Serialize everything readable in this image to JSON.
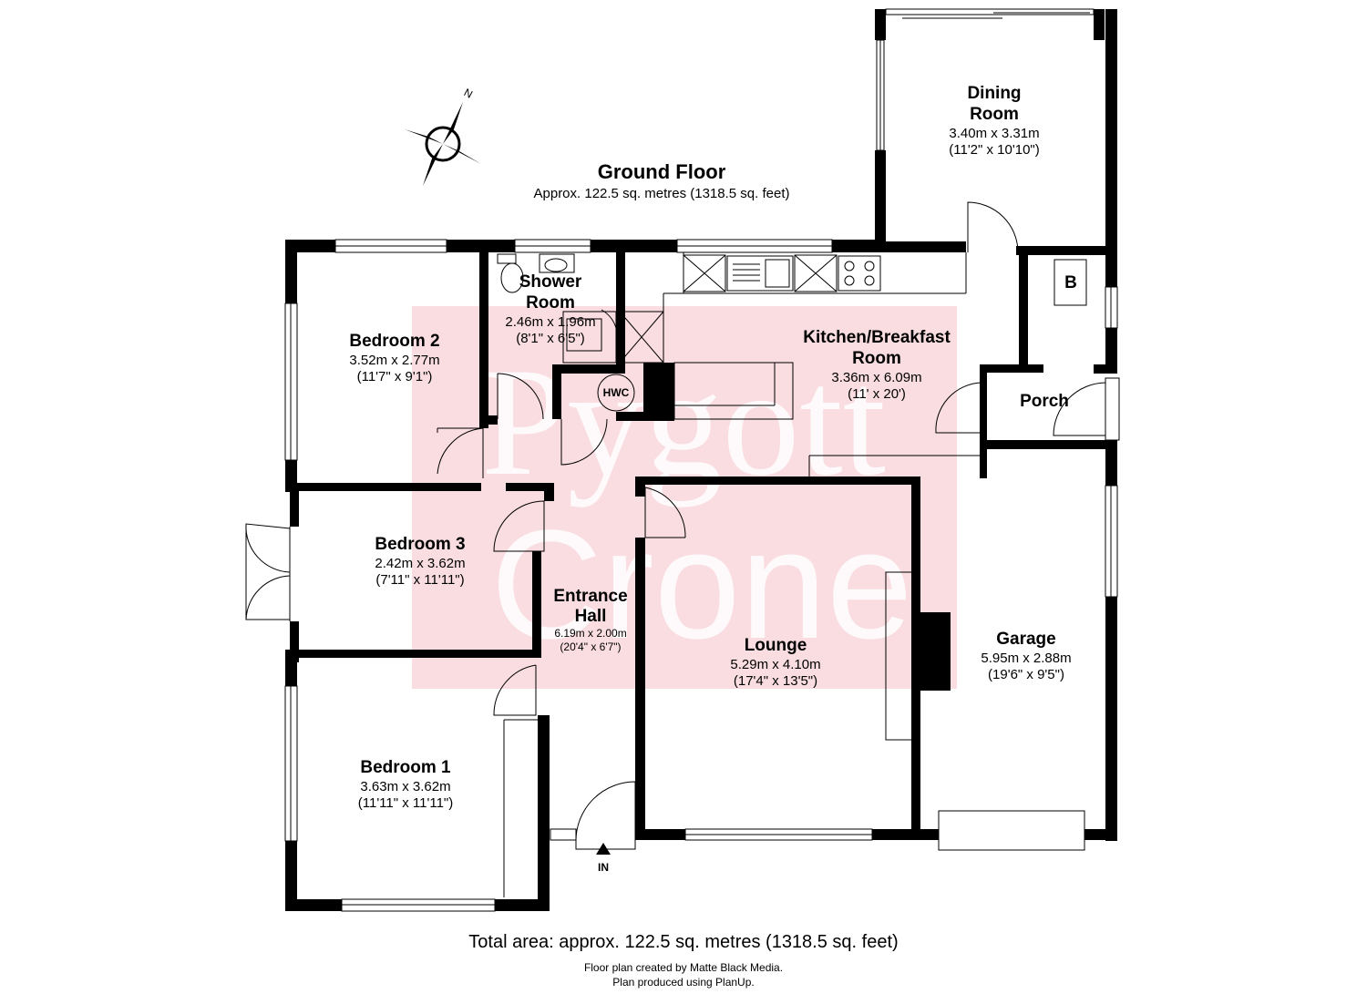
{
  "floor": {
    "title": "Ground Floor",
    "subtitle": "Approx. 122.5 sq. metres (1318.5 sq. feet)"
  },
  "watermark": {
    "brand_line1": "Pygott",
    "brand_line2": "Crone"
  },
  "rooms": {
    "dining": {
      "name1": "Dining",
      "name2": "Room",
      "metric": "3.40m x 3.31m",
      "imperial": "(11'2\" x 10'10\")"
    },
    "shower": {
      "name1": "Shower",
      "name2": "Room",
      "metric": "2.46m x 1.96m",
      "imperial": "(8'1\" x 6'5\")"
    },
    "bedroom2": {
      "name": "Bedroom 2",
      "metric": "3.52m x 2.77m",
      "imperial": "(11'7\" x 9'1\")"
    },
    "kitchen": {
      "name1": "Kitchen/Breakfast",
      "name2": "Room",
      "metric": "3.36m x 6.09m",
      "imperial": "(11' x 20')"
    },
    "porch": {
      "name": "Porch"
    },
    "bedroom3": {
      "name": "Bedroom 3",
      "metric": "2.42m x 3.62m",
      "imperial": "(7'11\" x 11'11\")"
    },
    "hall": {
      "name1": "Entrance",
      "name2": "Hall",
      "metric": "6.19m x 2.00m",
      "imperial": "(20'4\" x 6'7\")"
    },
    "lounge": {
      "name": "Lounge",
      "metric": "5.29m x 4.10m",
      "imperial": "(17'4\" x 13'5\")"
    },
    "garage": {
      "name": "Garage",
      "metric": "5.95m x 2.88m",
      "imperial": "(19'6\" x 9'5\")"
    },
    "bedroom1": {
      "name": "Bedroom 1",
      "metric": "3.63m x 3.62m",
      "imperial": "(11'11\" x 11'11\")"
    }
  },
  "symbols": {
    "hwc": "HWC",
    "boiler": "B",
    "entrance": "IN",
    "north": "N"
  },
  "footer": {
    "total": "Total area: approx. 122.5 sq. metres (1318.5 sq. feet)",
    "credit1": "Floor plan created by Matte Black Media.",
    "credit2": "Plan produced using PlanUp."
  },
  "colors": {
    "watermark_box": "#f9dde0",
    "walls": "#000000"
  }
}
